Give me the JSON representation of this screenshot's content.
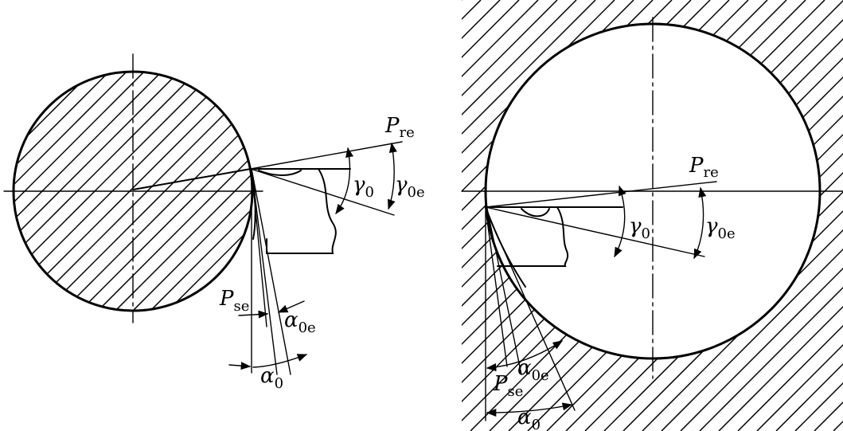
{
  "left_figure": {
    "p_re": {
      "symbol": "P",
      "sub": "re"
    },
    "p_se": {
      "symbol": "P",
      "sub": "se"
    },
    "gamma0": {
      "symbol": "γ",
      "sub": "0"
    },
    "gamma0e": {
      "symbol": "γ",
      "sub": "0e"
    },
    "alpha0": {
      "symbol": "α",
      "sub": "0"
    },
    "alpha0e": {
      "symbol": "α",
      "sub": "0e"
    }
  },
  "right_figure": {
    "p_re": {
      "symbol": "P",
      "sub": "re"
    },
    "p_se": {
      "symbol": "P",
      "sub": "se"
    },
    "gamma0": {
      "symbol": "γ",
      "sub": "0"
    },
    "gamma0e": {
      "symbol": "γ",
      "sub": "0e"
    },
    "alpha0": {
      "symbol": "α",
      "sub": "0"
    },
    "alpha0e": {
      "symbol": "α",
      "sub": "0e"
    }
  }
}
